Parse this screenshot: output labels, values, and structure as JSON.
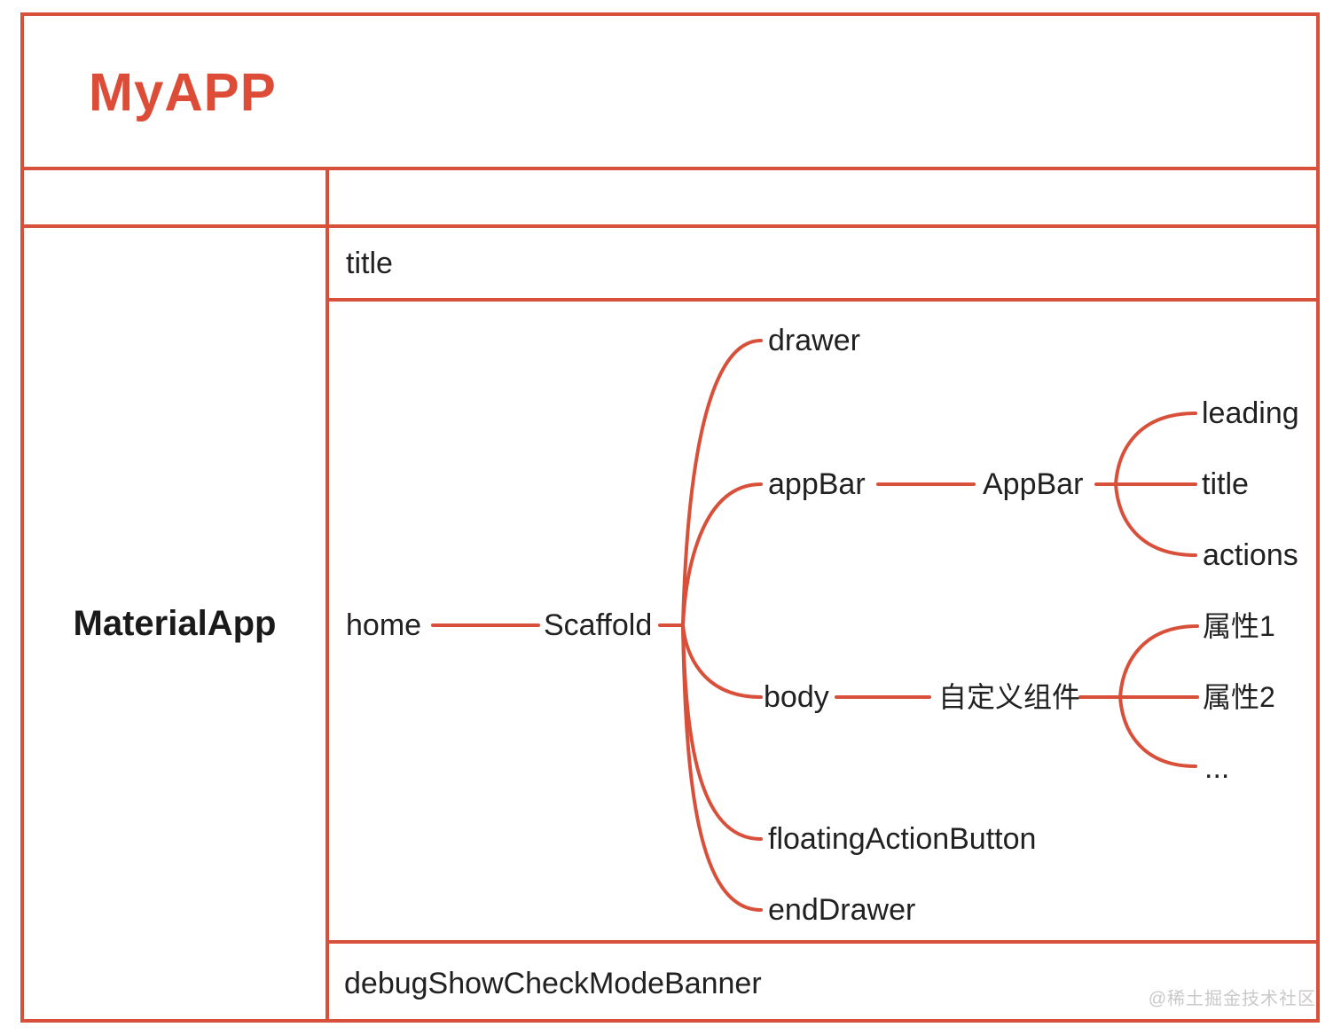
{
  "page": {
    "title": "MyAPP",
    "watermark": "@稀土掘金技术社区"
  },
  "colors": {
    "accent": "#d9503a",
    "text": "#212121",
    "title_red": "#dc4c37",
    "watermark_gray": "#c9c9c9"
  },
  "table": {
    "root": "MaterialApp",
    "property_rows": {
      "title": "title",
      "debug_banner": "debugShowCheckModeBanner"
    }
  },
  "mindmap": {
    "home_label": "home",
    "scaffold": {
      "label": "Scaffold",
      "children": [
        "drawer",
        "appBar",
        "body",
        "floatingActionButton",
        "endDrawer"
      ]
    },
    "appbar": {
      "label": "AppBar",
      "children": [
        "leading",
        "title",
        "actions"
      ]
    },
    "custom_widget": {
      "label": "自定义组件",
      "children": [
        "属性1",
        "属性2",
        "..."
      ]
    }
  }
}
